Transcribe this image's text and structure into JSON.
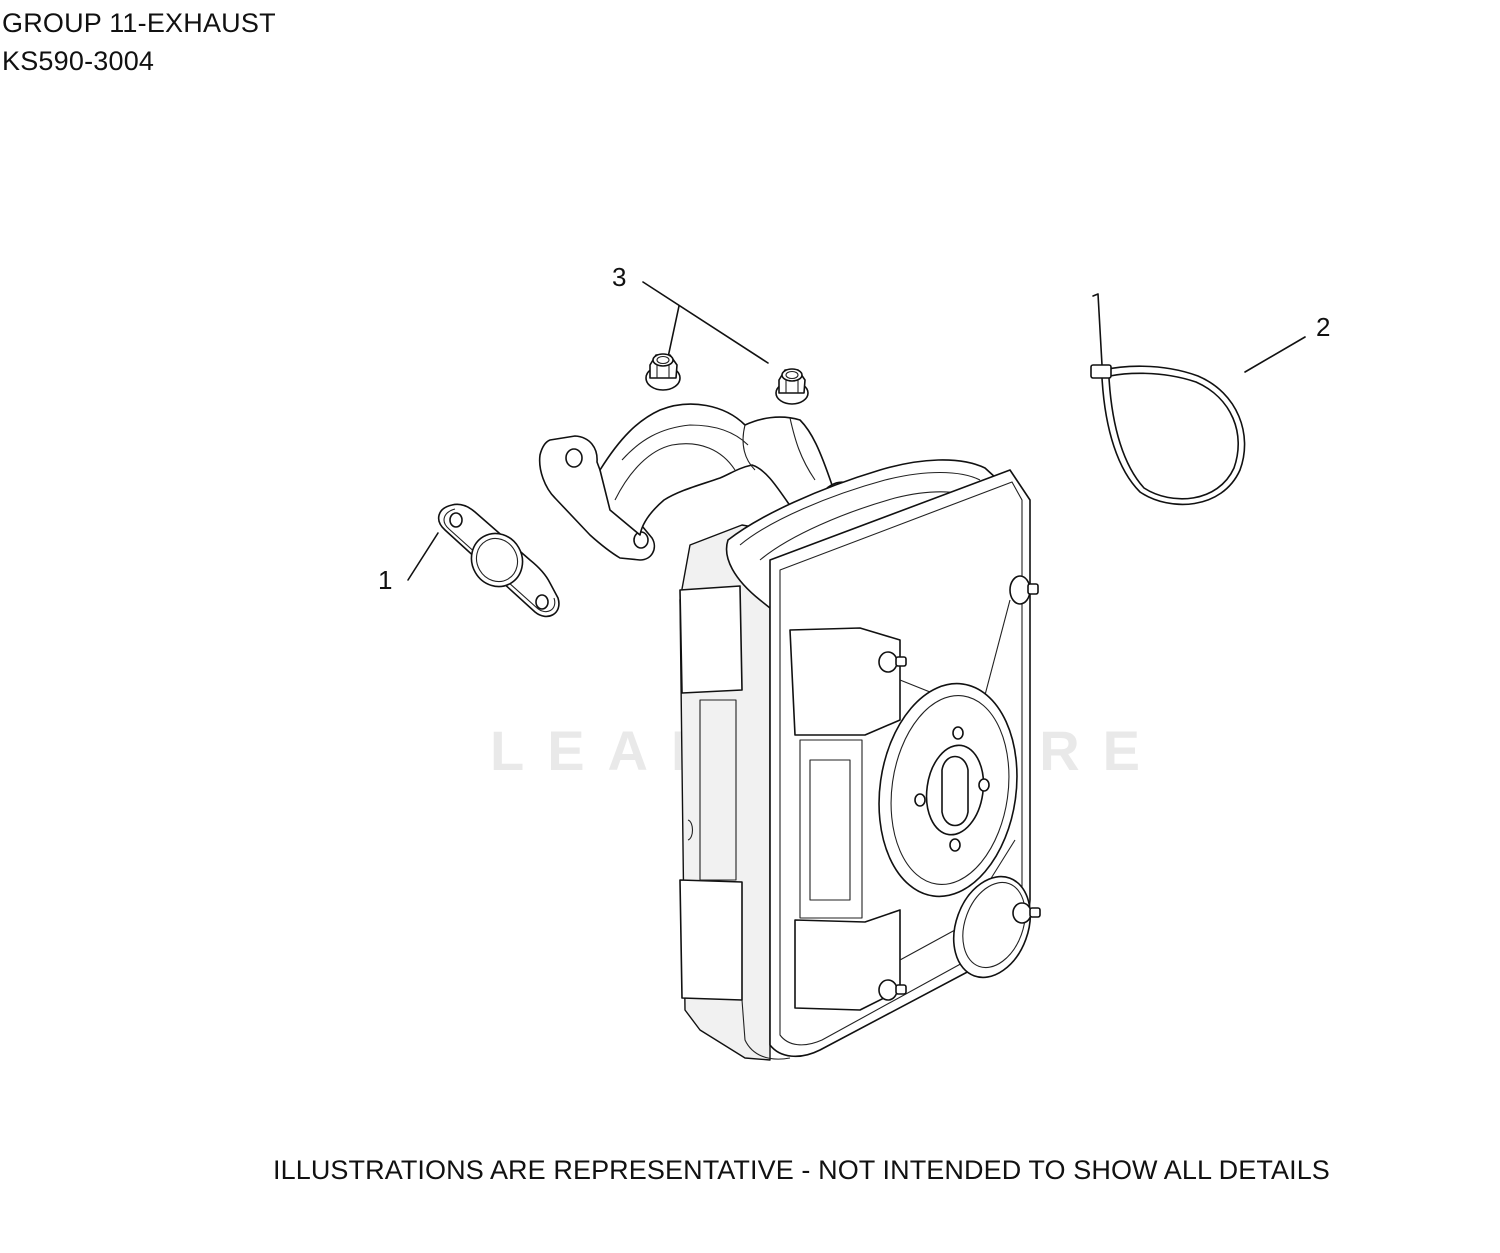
{
  "header": {
    "group_title": "GROUP 11-EXHAUST",
    "model_number": "KS590-3004"
  },
  "watermark": "LEADVENTURE",
  "footer": {
    "disclaimer": "ILLUSTRATIONS ARE REPRESENTATIVE - NOT INTENDED TO SHOW ALL DETAILS"
  },
  "callouts": [
    {
      "number": "1",
      "part": "gasket"
    },
    {
      "number": "2",
      "part": "cable-tie"
    },
    {
      "number": "3",
      "part": "flange-nut"
    }
  ]
}
